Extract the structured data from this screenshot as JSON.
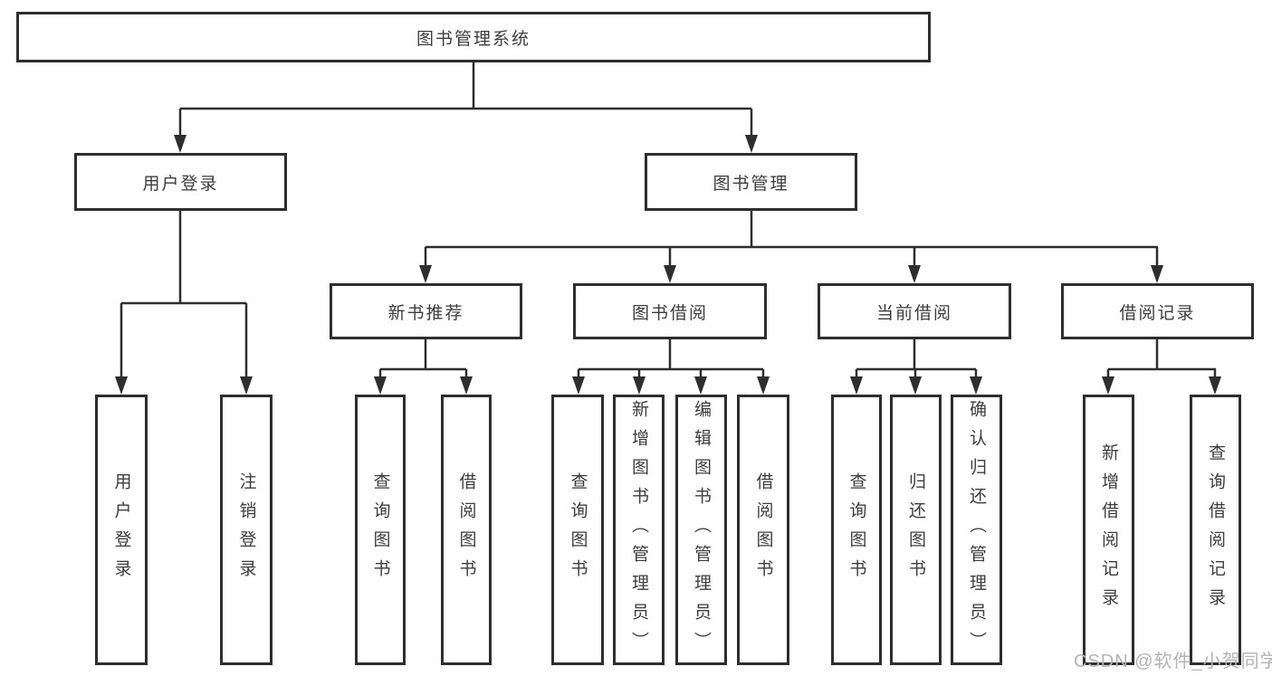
{
  "tree": {
    "root": {
      "label": "图书管理系统"
    },
    "branches": [
      {
        "label": "用户登录",
        "children": [
          "用户登录",
          "注销登录"
        ]
      },
      {
        "label": "图书管理"
      }
    ],
    "modules": [
      {
        "label": "新书推荐",
        "children": [
          "查询图书",
          "借阅图书"
        ]
      },
      {
        "label": "图书借阅",
        "children": [
          "查询图书",
          "新增图书（管理员）",
          "编辑图书（管理员）",
          "借阅图书"
        ]
      },
      {
        "label": "当前借阅",
        "children": [
          "查询图书",
          "归还图书",
          "确认归还（管理员）"
        ]
      },
      {
        "label": "借阅记录",
        "children": [
          "新增借阅记录",
          "查询借阅记录"
        ]
      }
    ]
  },
  "watermark": {
    "text": "CSDN @软件_小贺同学"
  },
  "colors": {
    "line": "#2e2e2e",
    "box_border": "#2e2e2e",
    "text": "#3d3d3d",
    "watermark": "#b3b3b3",
    "background": "#ffffff"
  }
}
